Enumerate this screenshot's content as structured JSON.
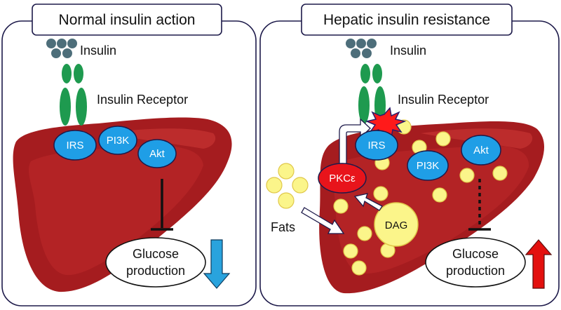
{
  "panels": [
    {
      "title": "Normal insulin action",
      "insulin_label": "Insulin",
      "receptor_label": "Insulin Receptor",
      "nodes": {
        "irs": "IRS",
        "pi3k": "PI3K",
        "akt": "Akt"
      },
      "outcome": {
        "line1": "Glucose",
        "line2": "production"
      },
      "outcome_arrow": "down",
      "arrow_color": "#29a3dd"
    },
    {
      "title": "Hepatic insulin resistance",
      "insulin_label": "Insulin",
      "receptor_label": "Insulin Receptor",
      "nodes": {
        "irs": "IRS",
        "pi3k": "PI3K",
        "akt": "Akt",
        "pkc": "PKCε",
        "dag": "DAG"
      },
      "fats_label": "Fats",
      "outcome": {
        "line1": "Glucose",
        "line2": "production"
      },
      "outcome_arrow": "up",
      "arrow_color": "#e3100e"
    }
  ],
  "colors": {
    "liver": "#a51c1f",
    "liver_highlight": "#c63332",
    "insulin": "#4d6e7a",
    "receptor": "#1e9a4f",
    "node": "#1f9ee6",
    "pkc": "#e8141b",
    "fat": "#fbf58a",
    "burst": "#ff1a1a"
  }
}
